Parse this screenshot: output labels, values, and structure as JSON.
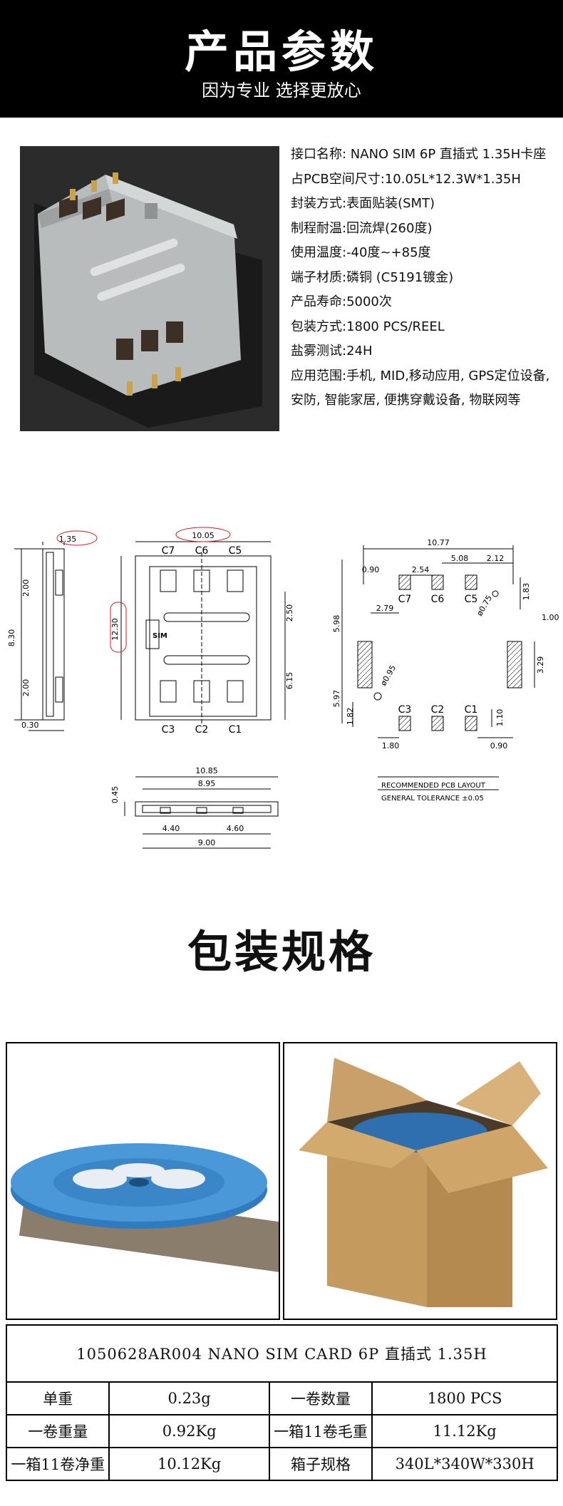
{
  "banner": {
    "title": "产品参数",
    "subtitle": "因为专业 选择更放心"
  },
  "specs": [
    "接口名称: NANO SIM 6P 直插式 1.35H卡座",
    "占PCB空间尺寸:10.05L*12.3W*1.35H",
    "封装方式:表面贴装(SMT)",
    "制程耐温:回流焊(260度)",
    "使用温度:-40度~+85度",
    "端子材质:磷铜 (C5191镀金)",
    "产品寿命:5000次",
    "包装方式:1800 PCS/REEL",
    "盐雾测试:24H",
    "应用范围:手机, MID,移动应用, GPS定位设备, 安防, 智能家居, 便携穿戴设备, 物联网等"
  ],
  "drawing": {
    "side": {
      "top": "1.35",
      "d1": "2.00",
      "d2": "8.30",
      "d3": "2.00",
      "bottom": "0.30"
    },
    "front": {
      "width": "10.05",
      "height": "12.30",
      "r1": "2.50",
      "r2": "6.15",
      "label": "SIM",
      "pins_top": [
        "C7",
        "C6",
        "C5"
      ],
      "pins_bottom": [
        "C3",
        "C2",
        "C1"
      ]
    },
    "bottom": {
      "w1": "10.85",
      "w2": "8.95",
      "h": "0.45",
      "a": "4.40",
      "b": "4.60",
      "w3": "9.00"
    },
    "pcb": {
      "w": "10.77",
      "a": "5.08",
      "b": "2.12",
      "c": "0.90",
      "d": "2.54",
      "e": "2.79",
      "f": "5.98",
      "g": "5.97",
      "h": "1.83",
      "i": "ø0.75",
      "j": "1.00",
      "k": "3.29",
      "l": "ø0.95",
      "m": "1.82",
      "n": "1.80",
      "o": "0.90",
      "p": "1.10",
      "pins_top": [
        "C7",
        "C6",
        "C5"
      ],
      "pins_bottom": [
        "C3",
        "C2",
        "C1"
      ],
      "note1": "RECOMMENDED PCB LAYOUT",
      "note2": "GENERAL TOLERANCE ±0.05"
    }
  },
  "packaging": {
    "title": "包装规格"
  },
  "table": {
    "caption": "1050628AR004  NANO SIM CARD 6P 直插式 1.35H",
    "rows": [
      [
        "单重",
        "0.23g",
        "一卷数量",
        "1800 PCS"
      ],
      [
        "一卷重量",
        "0.92Kg",
        "一箱11卷毛重",
        "11.12Kg"
      ],
      [
        "一箱11卷净重",
        "10.12Kg",
        "箱子规格",
        "340L*340W*330H"
      ]
    ]
  },
  "colors": {
    "banner_bg": "#000000",
    "highlight": "#d6191c",
    "reel_blue": "#3f8fd1",
    "box_brown": "#c79b60"
  }
}
